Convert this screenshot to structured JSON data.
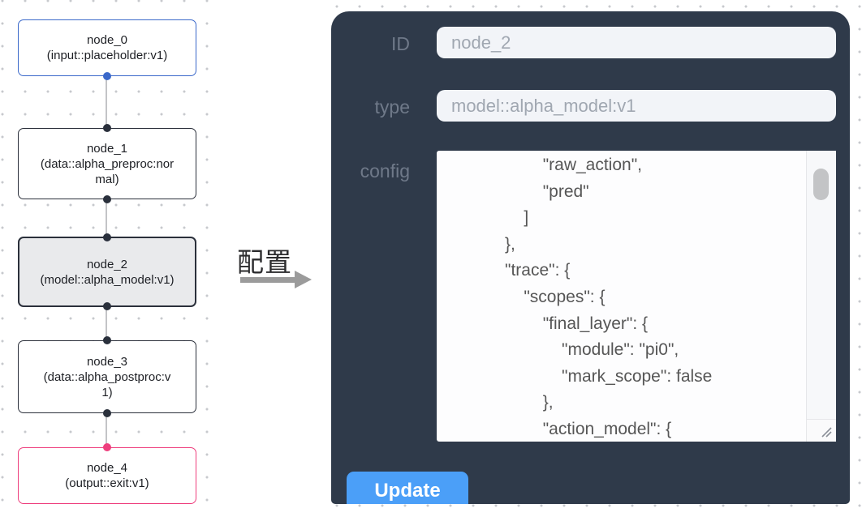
{
  "canvas": {
    "nodes": [
      {
        "title": "node_0",
        "subtitle": "(input::placeholder:v1)",
        "variant": "input"
      },
      {
        "title": "node_1",
        "subtitle": "(data::alpha_preproc:normal)",
        "variant": "default"
      },
      {
        "title": "node_2",
        "subtitle": "(model::alpha_model:v1)",
        "variant": "selected"
      },
      {
        "title": "node_3",
        "subtitle": "(data::alpha_postproc:v1)",
        "variant": "default"
      },
      {
        "title": "node_4",
        "subtitle": "(output::exit:v1)",
        "variant": "output"
      }
    ]
  },
  "transition": {
    "label": "配置"
  },
  "panel": {
    "id_field": {
      "label": "ID",
      "value": "node_2"
    },
    "type_field": {
      "label": "type",
      "value": "model::alpha_model:v1"
    },
    "config_field": {
      "label": "config",
      "value": "                    \"raw_action\",\n                    \"pred\"\n                ]\n            },\n            \"trace\": {\n                \"scopes\": {\n                    \"final_layer\": {\n                        \"module\": \"pi0\",\n                        \"mark_scope\": false\n                    },\n                    \"action_model\": {"
    },
    "update_button_label": "Update"
  },
  "colors": {
    "panel_bg": "#2f3a4a",
    "input_bg": "#f2f4f8",
    "node_blue": "#3a68ca",
    "node_pink": "#ee3e7d",
    "node_dark": "#2a303c",
    "selected_node_bg": "#e9eaec",
    "button_blue": "#4b9ff8"
  }
}
